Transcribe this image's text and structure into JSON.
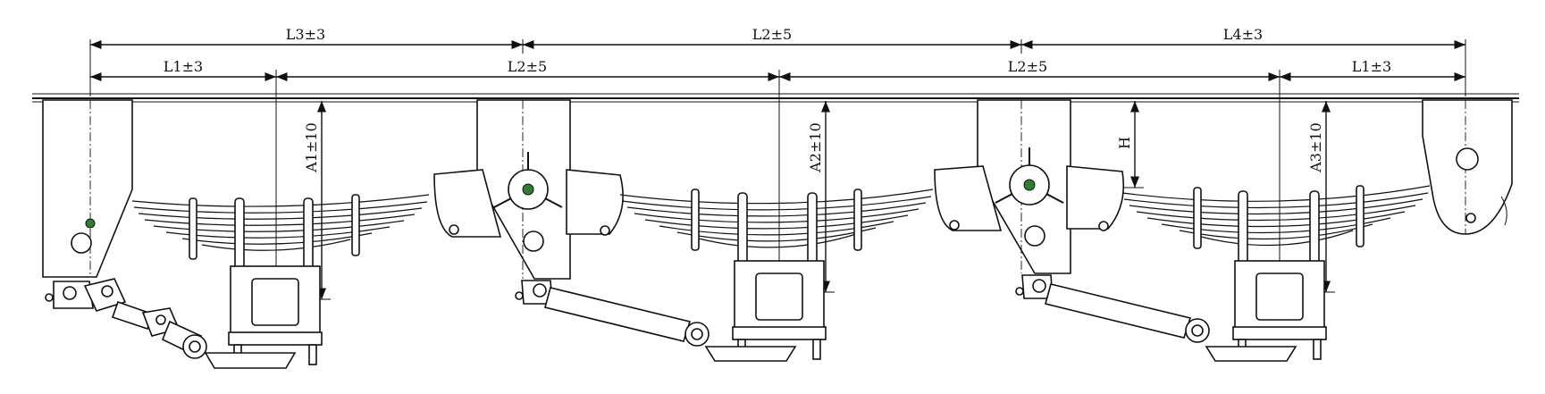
{
  "dimensions": {
    "top_row": [
      "L3±3",
      "L2±5",
      "L4±3"
    ],
    "second_row": [
      "L1±3",
      "L2±5",
      "L2±5",
      "L1±3"
    ],
    "axle_heights": [
      "A1±10",
      "A2±10",
      "A3±10"
    ],
    "hanger_height": "H"
  },
  "colors": {
    "line": "#111111",
    "background": "#ffffff",
    "pivot_accent": "#2e7d32"
  }
}
